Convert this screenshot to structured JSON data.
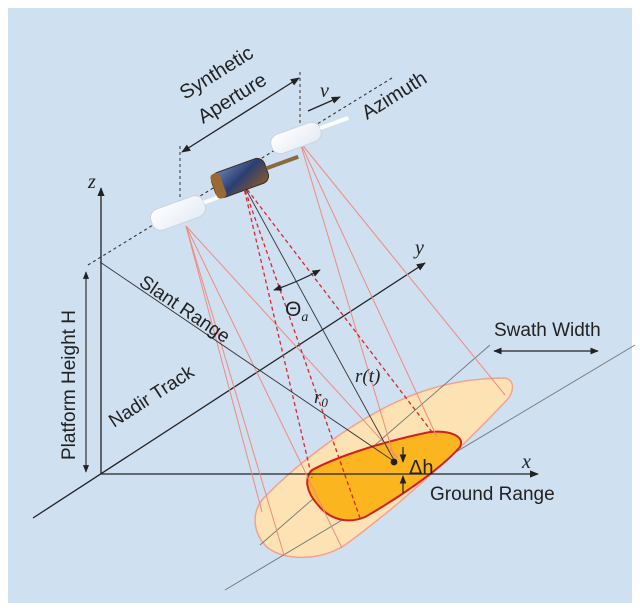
{
  "labels": {
    "synthetic_aperture_line1": "Synthetic",
    "synthetic_aperture_line2": "Aperture",
    "azimuth": "Azimuth",
    "velocity": "v",
    "z_axis": "z",
    "y_axis": "y",
    "x_axis": "x",
    "platform_height": "Platform Height H",
    "slant_range": "Slant Range",
    "nadir_track": "Nadir Track",
    "swath_width": "Swath Width",
    "ground_range": "Ground Range",
    "theta_a_base": "Θ",
    "theta_a_sub": "a",
    "r_t": "r(t)",
    "r0_base": "r",
    "r0_sub": "0",
    "delta_h": "Δh"
  },
  "colors": {
    "background": "#cfe0f1",
    "frame": "#ffffff",
    "beam_outer": "#f08a80",
    "beam_inner": "#d9262e",
    "footprint_outer_fill": "#fde3b4",
    "footprint_outer_stroke": "#f3a28f",
    "footprint_inner_fill": "#fbb51f",
    "footprint_inner_stroke": "#d0201f",
    "axis": "#222222"
  }
}
